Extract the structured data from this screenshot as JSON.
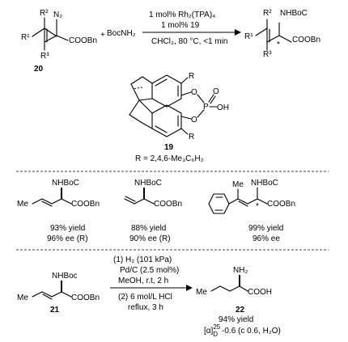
{
  "scheme": {
    "reagent_top": "1 mol% Rh₂(TPA)₄",
    "reagent_mid": "1 mol% 19",
    "reagent_bottom": "CHCl₃, 80 °C, <1 min",
    "reactant_1": {
      "r1": "R¹",
      "r2": "R²",
      "r3": "R³",
      "n2": "N₂",
      "ester": "COOBn",
      "label": "20"
    },
    "plus": "+",
    "reactant_2": "BocNH₂",
    "product": {
      "r1": "R¹",
      "r2": "R²",
      "r3": "R³",
      "amine": "NHBoC",
      "ester": "COOBn",
      "stereo": "*"
    }
  },
  "catalyst": {
    "r_top": "R",
    "r_bottom": "R",
    "o1": "O",
    "o2": "O",
    "o3": "O",
    "p": "P",
    "oh": "OH",
    "label": "19",
    "r_def": "R = 2,4,6-Me₃C₆H₂"
  },
  "examples": [
    {
      "amine": "NHBoC",
      "ester": "COOBn",
      "me": "Me",
      "yield": "93% yield",
      "ee": "96% ee (R)"
    },
    {
      "amine": "NHBoC",
      "ester": "COOBn",
      "yield": "88% yield",
      "ee": "90%  ee (R)"
    },
    {
      "amine": "NHBoC",
      "ester": "COOBn",
      "me": "Me",
      "stereo": "*",
      "yield": "99% yield",
      "ee": "96% ee"
    }
  ],
  "transformation": {
    "start": {
      "amine": "NHBoc",
      "ester": "COOBn",
      "me": "Me",
      "label": "21"
    },
    "step1_a": "(1) H₂ (101 kPa)",
    "step1_b": "Pd/C (2.5 mol%)",
    "step1_c": "MeOH, r.t, 2 h",
    "step2_a": "(2) 6 mol/L HCl",
    "step2_b": "reflux, 3 h",
    "product": {
      "amine": "NH₂",
      "acid": "COOH",
      "me": "Me",
      "label": "22"
    },
    "yield": "94% yield",
    "rotation_symbol": "[α]",
    "rotation_super": "25",
    "rotation_sub": "D",
    "rotation_value": "-0.6 (c 0.6, H₂O)"
  }
}
